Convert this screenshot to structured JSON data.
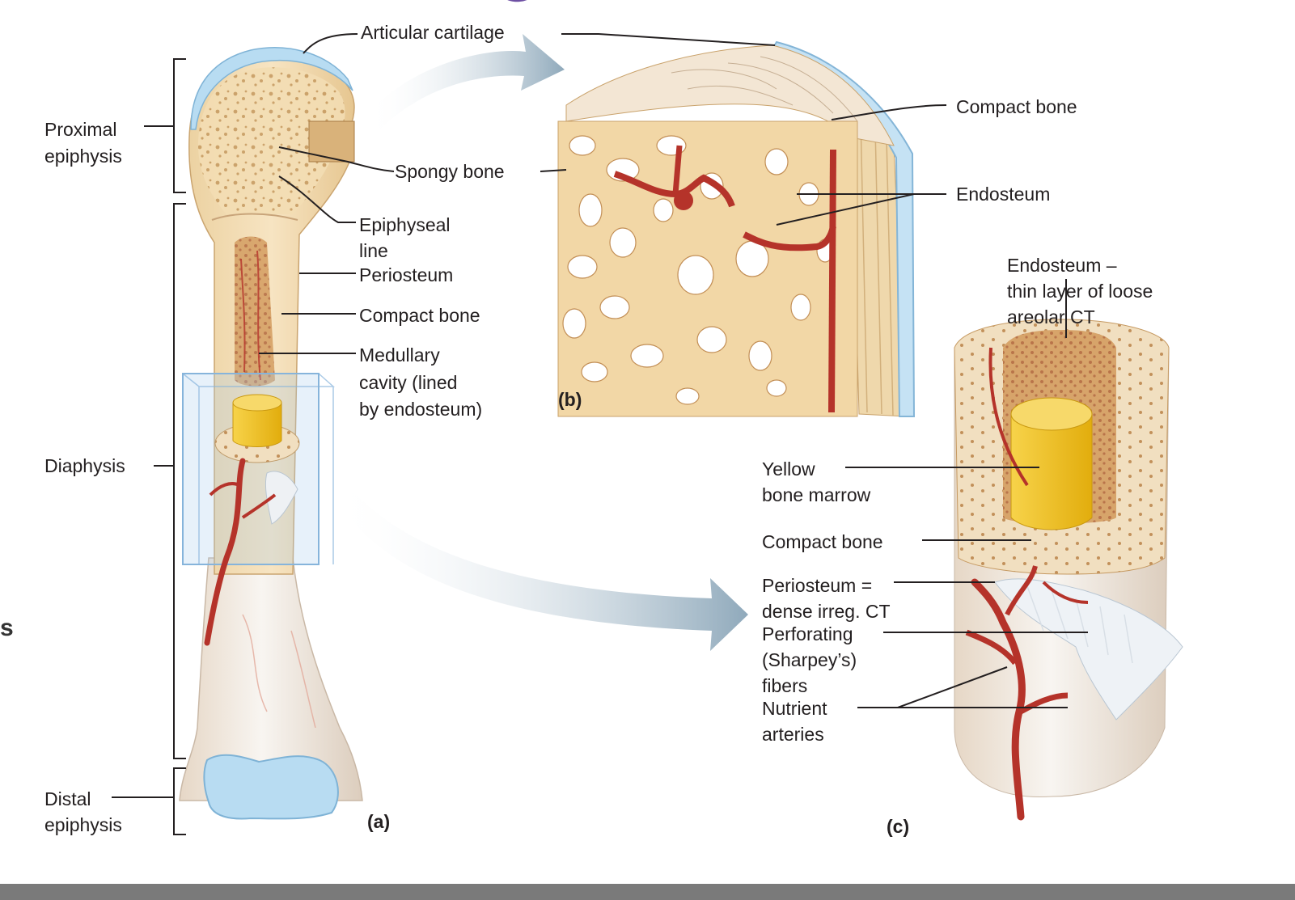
{
  "labels": {
    "articular_cartilage": "Articular cartilage",
    "proximal_epiphysis_1": "Proximal",
    "proximal_epiphysis_2": "epiphysis",
    "spongy_bone": "Spongy bone",
    "epiphyseal_line_1": "Epiphyseal",
    "epiphyseal_line_2": "line",
    "periosteum_a": "Periosteum",
    "compact_bone_a": "Compact bone",
    "medullary_1": "Medullary",
    "medullary_2": "cavity (lined",
    "medullary_3": "by endosteum)",
    "diaphysis": "Diaphysis",
    "distal_epiphysis_1": "Distal",
    "distal_epiphysis_2": "epiphysis",
    "panel_a": "(a)",
    "panel_b": "(b)",
    "panel_c": "(c)",
    "compact_bone_b": "Compact bone",
    "endosteum_b": "Endosteum",
    "endosteum_c_1": "Endosteum –",
    "endosteum_c_2": "thin layer of loose",
    "endosteum_c_3": "areolar CT",
    "yellow_marrow_1": "Yellow",
    "yellow_marrow_2": "bone marrow",
    "compact_bone_c": "Compact bone",
    "periosteum_c_1": "Periosteum =",
    "periosteum_c_2": "dense irreg. CT",
    "perforating_1": "Perforating",
    "perforating_2": "(Sharpey’s)",
    "perforating_3": "fibers",
    "nutrient_1": "Nutrient",
    "nutrient_2": "arteries",
    "side_glyph": "s"
  },
  "colors": {
    "bone": "#f3ddb3",
    "bone_dark": "#d9b27a",
    "cartilage": "#a9d3ee",
    "artery": "#b5332a",
    "marrow": "#f2c21a",
    "shaft_light": "#efe9e4",
    "arrow": "#9fb6c6",
    "leader": "#231f20"
  }
}
